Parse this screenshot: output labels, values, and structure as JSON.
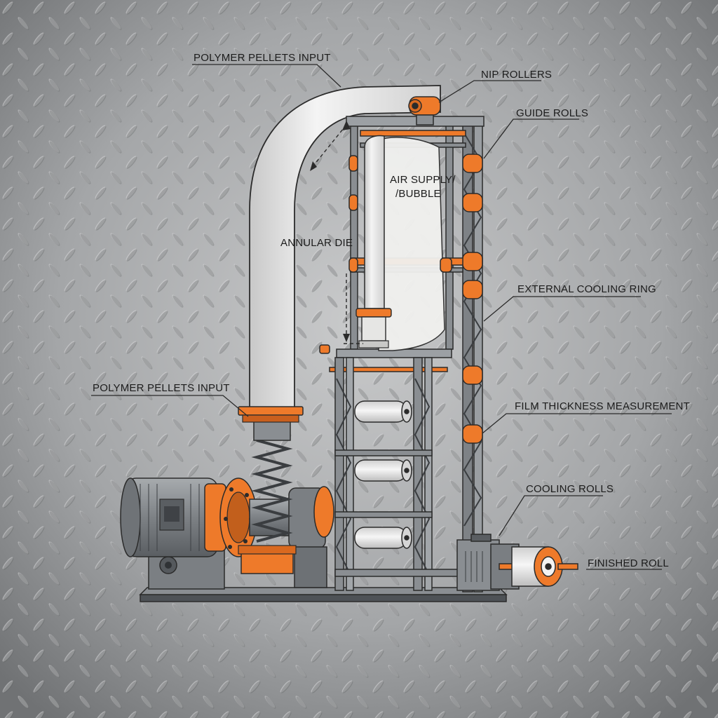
{
  "labels": {
    "pellets_top": "POLYMER PELLETS INPUT",
    "nip_rollers": "NIP ROLLERS",
    "guide_rolls": "GUIDE ROLLS",
    "air_supply_line1": "AIR SUPPLY/",
    "air_supply_line2": "/BUBBLE",
    "annular_die": "ANNULAR DIE",
    "external_cooling_ring": "EXTERNAL COOLING RING",
    "pellets_left": "POLYMER PELLETS INPUT",
    "film_thickness": "FILM THICKNESS MEASUREMENT",
    "cooling_rolls": "COOLING ROLLS",
    "finished_roll": "FINISHED ROLL"
  },
  "colors": {
    "accent_orange": "#ee7a2a",
    "steel_dark": "#5b5f63",
    "steel_mid": "#8e9296",
    "film_white": "#eeeeec",
    "line": "#2b2b2b"
  }
}
